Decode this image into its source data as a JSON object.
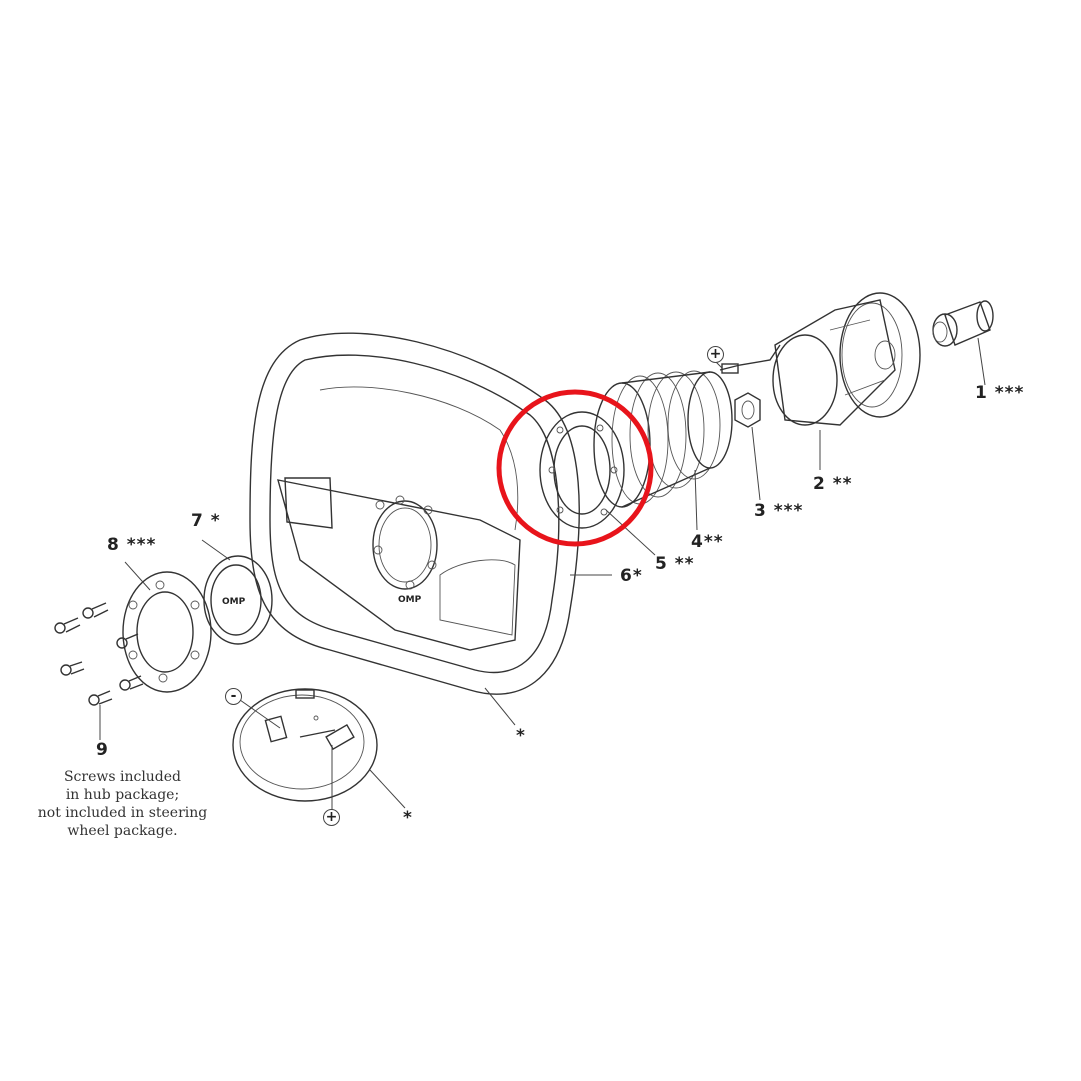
{
  "diagram": {
    "parts": [
      {
        "number": "1",
        "mark": "***"
      },
      {
        "number": "2",
        "mark": "**"
      },
      {
        "number": "3",
        "mark": "***"
      },
      {
        "number": "4",
        "mark": "**"
      },
      {
        "number": "5",
        "mark": "**"
      },
      {
        "number": "6",
        "mark": "*"
      },
      {
        "number": "7",
        "mark": "*"
      },
      {
        "number": "8",
        "mark": "***"
      },
      {
        "number": "9",
        "mark": ""
      }
    ],
    "star_labels": [
      "*",
      "*"
    ],
    "note_lines": [
      "Screws included",
      "in hub package;",
      "not included in steering",
      "wheel package."
    ],
    "symbols": {
      "plus": "+",
      "minus": "-"
    },
    "logo_text": "OMP",
    "highlight_color": "#e8141b"
  }
}
